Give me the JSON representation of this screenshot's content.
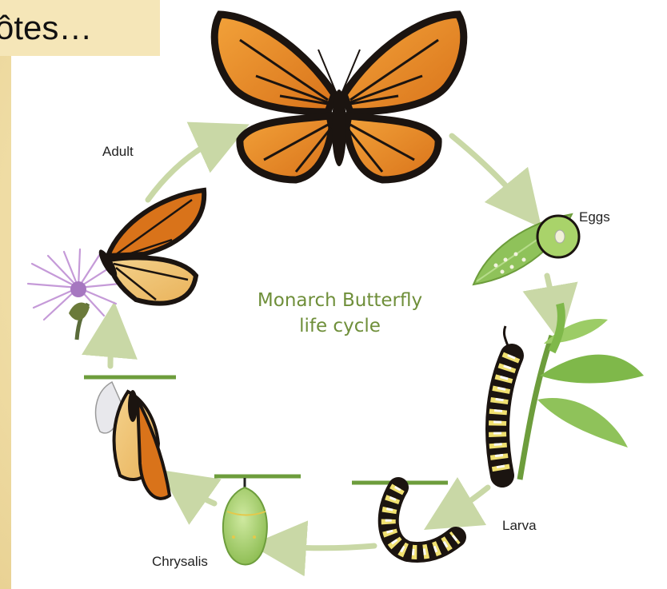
{
  "slide": {
    "title": "ôtes…"
  },
  "diagram": {
    "title_line1": "Monarch Butterfly",
    "title_line2": "life cycle",
    "stages": {
      "adult": "Adult",
      "eggs": "Eggs",
      "larva": "Larva",
      "chrysalis": "Chrysalis"
    }
  },
  "colors": {
    "arrow": "#c9d8a6",
    "title": "#6f8f3a",
    "wing_orange": "#e88a1c",
    "wing_black": "#1b1410",
    "leaf_green": "#8fc25a",
    "chrysalis_green": "#a9d36a",
    "flower_purple": "#c59ad8"
  }
}
